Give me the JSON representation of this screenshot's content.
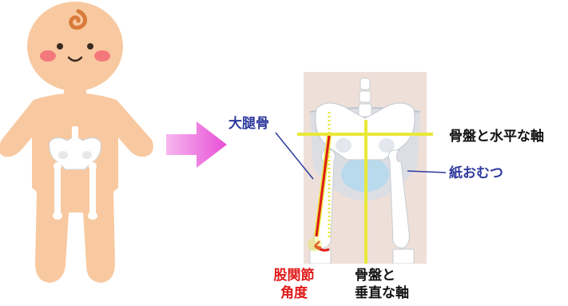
{
  "labels": {
    "femur": "大腿骨",
    "pelvis_horizontal_axis": "骨盤と水平な軸",
    "paper_diaper": "紙おむつ",
    "hip_angle_line1": "股関節",
    "hip_angle_line2": "角度",
    "pelvis_vertical_axis_line1": "骨盤と",
    "pelvis_vertical_axis_line2": "垂直な軸"
  },
  "colors": {
    "skin": "#f8c9a0",
    "cheek": "#f4777c",
    "hair": "#d97a3a",
    "arrow_magenta": "#e84fd6",
    "axis_yellow": "#e9e83a",
    "femur_red": "#e01a1a",
    "label_blue": "#2e3a9c",
    "bone": "#ffffff"
  },
  "icons": {
    "baby": "baby-illustration",
    "arrow": "right-arrow-icon",
    "xray": "hip-xray-illustration"
  }
}
